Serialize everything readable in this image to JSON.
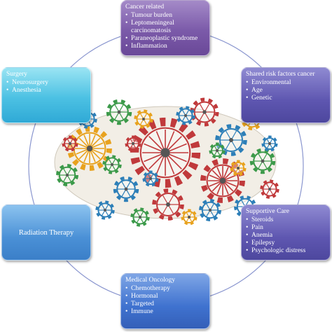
{
  "boxes": {
    "cancer_related": {
      "title": "Cancer related",
      "items": [
        "Tumour burden",
        "Leptomeningeal carcinomatosis",
        "Paraneoplastic syndrome",
        "Inflammation"
      ],
      "color": "#7b5aa9"
    },
    "shared_risk": {
      "title": "Shared risk factors cancer",
      "items": [
        "Environmental",
        "Age",
        "Genetic"
      ],
      "color": "#5e56b0"
    },
    "supportive_care": {
      "title": "Supportive Care",
      "items": [
        "Steroids",
        "Pain",
        "Anemia",
        "Epilepsy",
        "Psychologic distress"
      ],
      "color": "#4a4aa8"
    },
    "medical_oncology": {
      "title": "Medical Oncology",
      "items": [
        "Chemotherapy",
        "Hormonal",
        "Targeted",
        "Immune"
      ],
      "color": "#5a62c0"
    },
    "radiation_therapy": {
      "title": "Radiation Therapy",
      "color": "#4a90d6"
    },
    "surgery": {
      "title": "Surgery",
      "items": [
        "Neurosurgery",
        "Anesthesia"
      ],
      "color": "#4cc1e3"
    }
  },
  "illustration": {
    "description_icon": "brain-gears-icon",
    "ring_color": "#7a86c8"
  }
}
